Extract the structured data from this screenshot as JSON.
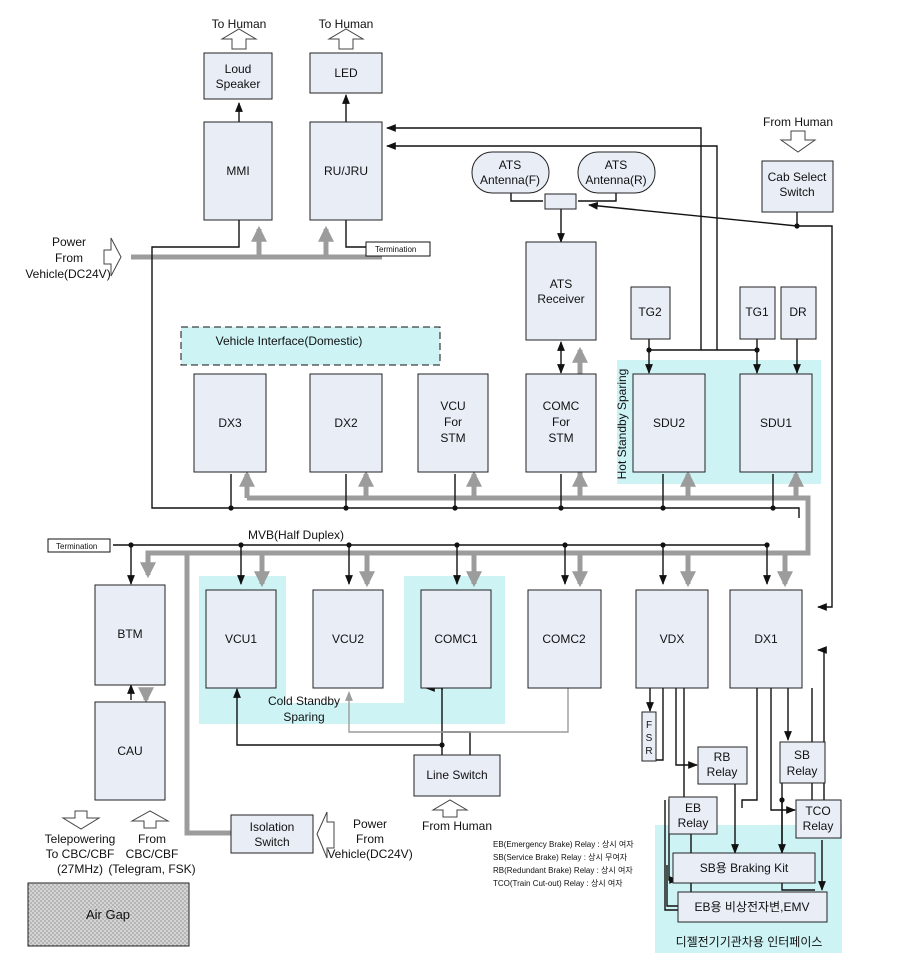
{
  "labels": {
    "to_human_1": "To Human",
    "to_human_2": "To Human",
    "from_human_top": "From Human",
    "from_human_bottom": "From Human",
    "loud_speaker_1": "Loud",
    "loud_speaker_2": "Speaker",
    "led": "LED",
    "mmi": "MMI",
    "ru_jru": "RU/JRU",
    "ats_antenna_f_1": "ATS",
    "ats_antenna_f_2": "Antenna(F)",
    "ats_antenna_r_1": "ATS",
    "ats_antenna_r_2": "Antenna(R)",
    "cab_select_1": "Cab Select",
    "cab_select_2": "Switch",
    "power_top_1": "Power",
    "power_top_2": "From",
    "power_top_3": "Vehicle(DC24V)",
    "termination_top": "Termination",
    "termination_left": "Termination",
    "ats_receiver_1": "ATS",
    "ats_receiver_2": "Receiver",
    "tg2": "TG2",
    "tg1": "TG1",
    "dr": "DR",
    "vehicle_interface": "Vehicle Interface(Domestic)",
    "hot_standby": "Hot Standby Sparing",
    "dx3": "DX3",
    "dx2": "DX2",
    "vcu_stm_1": "VCU",
    "vcu_stm_2": "For",
    "vcu_stm_3": "STM",
    "comc_stm_1": "COMC",
    "comc_stm_2": "For",
    "comc_stm_3": "STM",
    "sdu2": "SDU2",
    "sdu1": "SDU1",
    "mvb": "MVB(Half Duplex)",
    "btm": "BTM",
    "vcu1": "VCU1",
    "vcu2": "VCU2",
    "comc1": "COMC1",
    "comc2": "COMC2",
    "vdx": "VDX",
    "dx1": "DX1",
    "cau": "CAU",
    "cold_standby_1": "Cold Standby",
    "cold_standby_2": "Sparing",
    "fsr": [
      "F",
      "S",
      "R"
    ],
    "rb_relay_1": "RB",
    "rb_relay_2": "Relay",
    "sb_relay_1": "SB",
    "sb_relay_2": "Relay",
    "eb_relay_1": "EB",
    "eb_relay_2": "Relay",
    "tco_relay_1": "TCO",
    "tco_relay_2": "Relay",
    "line_switch": "Line Switch",
    "isolation_switch_1": "Isolation",
    "isolation_switch_2": "Switch",
    "power_bottom_1": "Power",
    "power_bottom_2": "From",
    "power_bottom_3": "Vehicle(DC24V)",
    "telepowering_1": "Telepowering",
    "telepowering_2": "To CBC/CBF",
    "telepowering_3": "(27MHz)",
    "from_cbc_1": "From",
    "from_cbc_2": "CBC/CBF",
    "from_cbc_3": "(Telegram, FSK)",
    "air_gap": "Air Gap",
    "relay_note_eb": "EB(Emergency Brake) Relay : 상시 여자",
    "relay_note_sb": "SB(Service Brake) Relay : 상시 무여자",
    "relay_note_rb": "RB(Redundant Brake) Relay : 상시 여자",
    "relay_note_tco": "TCO(Train Cut-out) Relay : 상시 여자",
    "sb_braking_kit": "SB용 Braking Kit",
    "eb_valve": "EB용 비상전자변,EMV",
    "diesel_interface": "디젤전기기관차용 인터페이스"
  }
}
